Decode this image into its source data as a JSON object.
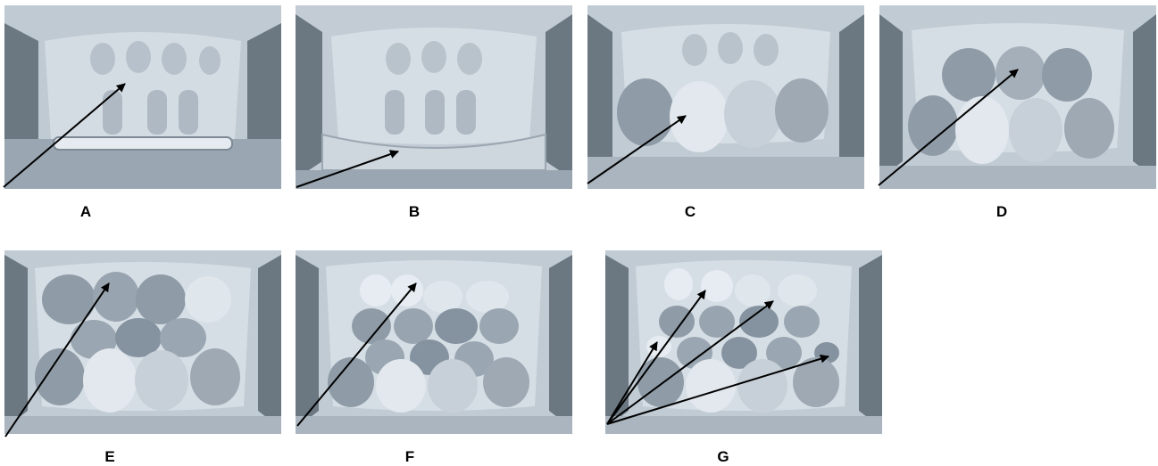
{
  "panels": [
    {
      "label": "A"
    },
    {
      "label": "B"
    },
    {
      "label": "C"
    },
    {
      "label": "D"
    },
    {
      "label": "E"
    },
    {
      "label": "F"
    },
    {
      "label": "G"
    }
  ],
  "colors": {
    "photo_tint": "#b9c4cf",
    "stone_dark": "#8593a0",
    "stone_light": "#dfe6ec",
    "frame": "#5a6670",
    "arrow": "#000000"
  }
}
